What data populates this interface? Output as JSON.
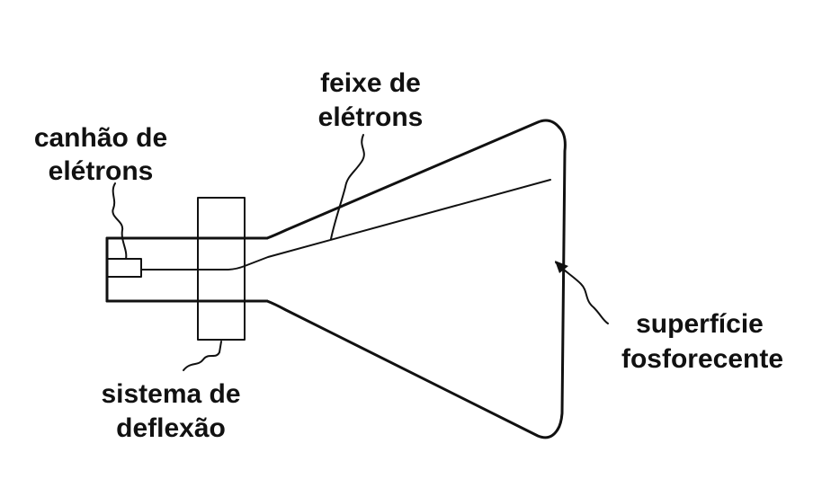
{
  "labels": {
    "electron_gun": [
      "canhão de",
      "elétrons"
    ],
    "electron_beam": [
      "feixe de",
      "elétrons"
    ],
    "deflection_system": [
      "sistema de",
      "deflexão"
    ],
    "phosphor_surface": [
      "superfície",
      "fosforecente"
    ]
  }
}
